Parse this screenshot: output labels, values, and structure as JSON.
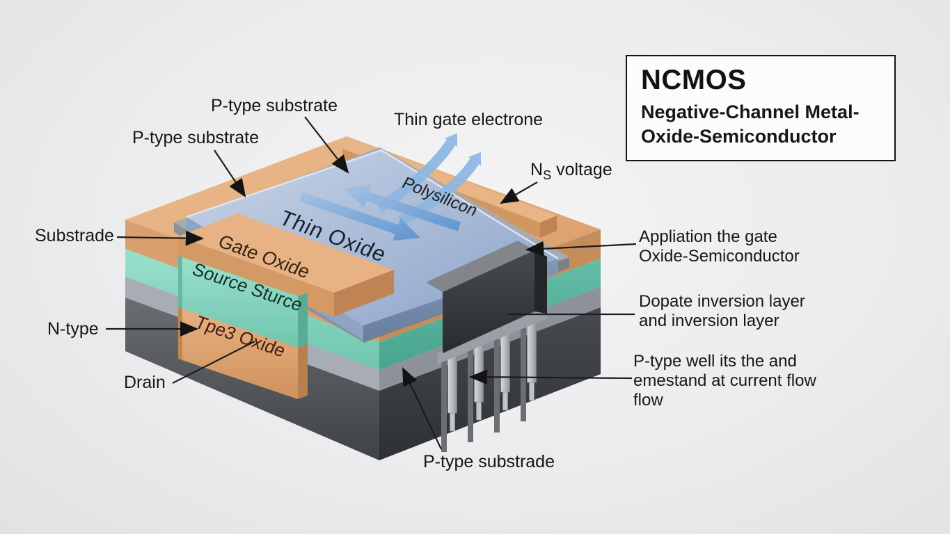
{
  "title_box": {
    "acronym": "NCMOS",
    "subtitle_line1": "Negative-Channel Metal-",
    "subtitle_line2": "Oxide-Semiconductor"
  },
  "callouts": {
    "substrate_top": "P-type substrate",
    "substrate_left": "P-type substrate",
    "thin_gate": "Thin gate electrone",
    "ns": {
      "n": "N",
      "s": "S",
      "rest": "voltage"
    },
    "substrade": "Substrade",
    "ntype": "N-type",
    "drain": "Drain",
    "bottom": "P-type substrade",
    "right1": {
      "line1": "Appliation the gate",
      "line2": "Oxide-Semiconductor"
    },
    "right2": {
      "line1": "Dopate inversion layer",
      "line2": "and inversion layer"
    },
    "right3": {
      "line1": "P-type well its the and",
      "line2": "emestand at current flow",
      "line3": "flow"
    }
  },
  "diagram_texts": {
    "thin_oxide": "Thin Oxide",
    "polysilicon": "Polysilicon",
    "gate_oxide": "Gate Oxide",
    "source": "Source Sturce",
    "tpe3": "Tpe3 Oxide"
  },
  "colors": {
    "background": "#ececee",
    "tan_layer": "#dfa878",
    "teal_layer": "#7fd0bb",
    "gray_layer": "#a6aab2",
    "dark_layer": "#4a4d51",
    "plate_blue": "#9fb3d4",
    "arrow_blue": "#79a9db",
    "package_block": "#3a3d40",
    "pin_silver": "#c6c9cc",
    "text": "#161616"
  }
}
